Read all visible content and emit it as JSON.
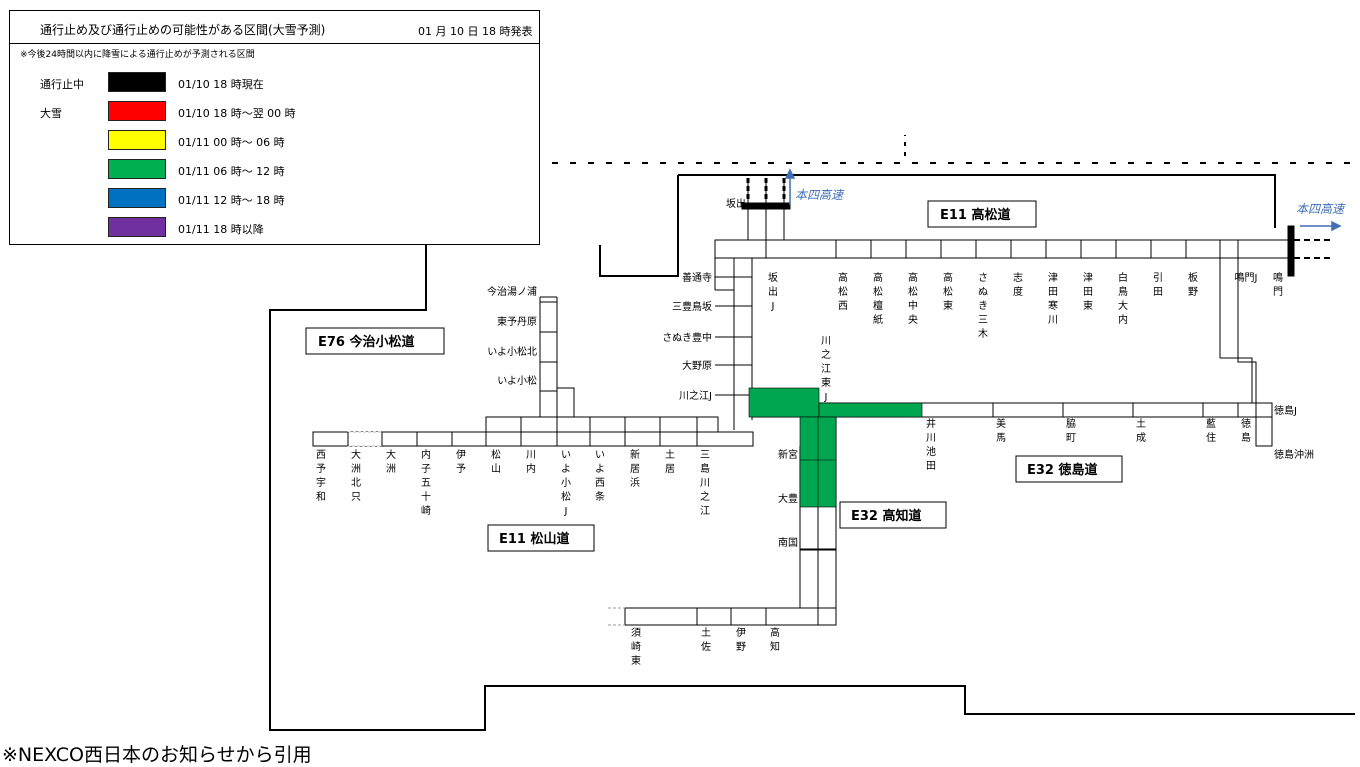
{
  "legend": {
    "title": "通行止め及び通行止めの可能性がある区間(大雪予測)",
    "issued": "01 月 10 日 18 時発表",
    "note": "※今後24時間以内に降雪による通行止めが予測される区間",
    "rows": [
      {
        "label": "通行止中",
        "time": "01/10 18 時現在",
        "color": "#000000"
      },
      {
        "label": "大雪",
        "time": "01/10 18 時～翌 00 時",
        "color": "#ff0000"
      },
      {
        "label": "",
        "time": "01/11 00 時～ 06 時",
        "color": "#ffff00"
      },
      {
        "label": "",
        "time": "01/11 06 時～ 12 時",
        "color": "#00b050"
      },
      {
        "label": "",
        "time": "01/11 12 時～ 18 時",
        "color": "#0070c0"
      },
      {
        "label": "",
        "time": "01/11 18 時以降",
        "color": "#7030a0"
      }
    ]
  },
  "routes": {
    "takamatsu": "E11  高松道",
    "imabari": "E76  今治小松道",
    "matsuyama": "E11  松山道",
    "tokushima": "E32  徳島道",
    "kochi": "E32  高知道"
  },
  "honshi": [
    "本四高速",
    "本四高速"
  ],
  "stations": {
    "takamatsu": [
      "坂出J",
      "高松西",
      "高松檀紙",
      "高松中央",
      "高松東",
      "さぬき三木",
      "志度",
      "津田寒川",
      "津田東",
      "白鳥大内",
      "引田",
      "板野",
      "鳴門J",
      "鳴門"
    ],
    "sakaide": "坂出",
    "west_main": [
      "善通寺",
      "三豊鳥坂",
      "さぬき豊中",
      "大野原",
      "川之江J"
    ],
    "imabari": [
      "今治湯ノ浦",
      "東予丹原",
      "いよ小松北",
      "いよ小松"
    ],
    "matsuyama": [
      "西予宇和",
      "大洲北只",
      "大洲",
      "内子五十崎",
      "伊予",
      "松山",
      "川内",
      "いよ小松J",
      "いよ西条",
      "新居浜",
      "土居",
      "三島川之江"
    ],
    "kawanoe_higashi": "川之江東J",
    "tokushima": [
      "井川池田",
      "美馬",
      "脇町",
      "土成",
      "藍住",
      "徳島"
    ],
    "tokushima_j": "徳島J",
    "tokushima_okinosu": "徳島沖洲",
    "kochi_vertical": [
      "新宮",
      "大豊",
      "南国"
    ],
    "kochi_bottom": [
      "須崎東",
      "土佐",
      "伊野",
      "高知"
    ]
  },
  "alert": {
    "color": "#00a650",
    "segment": "川之江東J - 大豊 / 川之江J - 井川池田"
  },
  "credit": "※NEXCO西日本のお知らせから引用"
}
